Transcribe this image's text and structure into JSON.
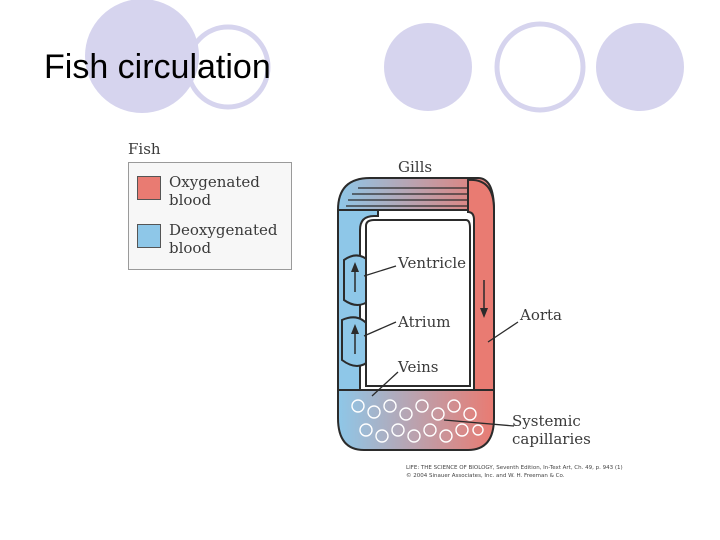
{
  "slide": {
    "title": "Fish circulation"
  },
  "legend": {
    "title": "Fish",
    "items": [
      {
        "label": "Oxygenated\nblood",
        "color": "#e97b72"
      },
      {
        "label": "Deoxygenated\nblood",
        "color": "#8ec7e8"
      }
    ]
  },
  "diagram": {
    "labels": {
      "gills": "Gills",
      "ventricle": "Ventricle",
      "atrium": "Atrium",
      "veins": "Veins",
      "aorta": "Aorta",
      "capillaries": "Systemic\ncapillaries"
    },
    "credit": "LIFE: THE SCIENCE OF BIOLOGY, Seventh Edition, In-Text Art, Ch. 49, p. 943 (1)\n© 2004 Sinauer Associates, Inc. and W. H. Freeman & Co."
  },
  "colors": {
    "oxygenated": "#e97b72",
    "deoxygenated": "#8ec7e8",
    "decor_fill": "#d6d4ee",
    "decor_stroke": "#d6d4ee"
  }
}
